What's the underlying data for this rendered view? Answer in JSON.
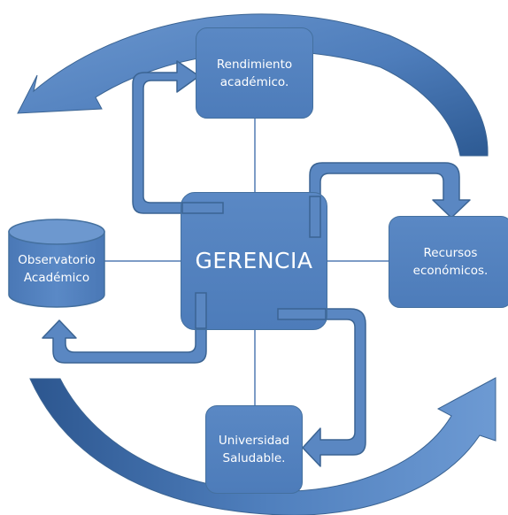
{
  "diagram": {
    "center": {
      "label": "GERENCIA"
    },
    "nodes": {
      "top": {
        "line1": "Rendimiento",
        "line2": "académico."
      },
      "right": {
        "line1": "Recursos",
        "line2": "económicos."
      },
      "bottom": {
        "line1": "Universidad",
        "line2": "Saludable."
      },
      "left": {
        "line1": "Observatorio",
        "line2": "Académico"
      }
    },
    "colors": {
      "box_fill": "#5283c1",
      "box_border": "#44709f",
      "arrow_fill": "#5a87c2",
      "arrow_edge": "#3b6493",
      "arrow_dark": "#2f5386",
      "connector": "#7d9cc6"
    }
  }
}
